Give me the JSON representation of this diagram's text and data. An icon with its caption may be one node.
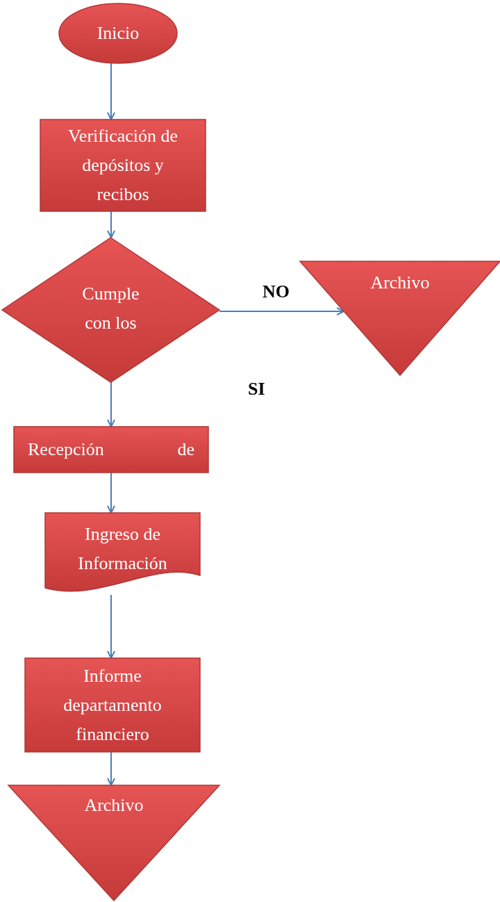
{
  "diagram": {
    "nodes": [
      {
        "text": [
          "Inicio"
        ]
      },
      {
        "text": [
          "Verificación de depósitos y recibos"
        ]
      },
      {
        "text": [
          "Cumple con los"
        ]
      },
      {
        "text": [
          "Archivo"
        ]
      },
      {
        "text": [
          "Recepción de"
        ]
      },
      {
        "text": [
          "Ingreso de Información"
        ]
      },
      {
        "text": [
          "Informe departamento financiero"
        ]
      },
      {
        "text": [
          "Archivo"
        ]
      }
    ],
    "edges": [
      {
        "from": 0,
        "to": 1,
        "arrow": "to"
      },
      {
        "from": 1,
        "to": 2,
        "arrow": "to"
      },
      {
        "from": 2,
        "to": 3,
        "arrow": "to",
        "label": "NO"
      },
      {
        "from": 2,
        "to": 4,
        "arrow": "to"
      },
      {
        "from": 4,
        "to": 5,
        "arrow": "to"
      },
      {
        "from": 5,
        "to": 6,
        "arrow": "to"
      },
      {
        "from": 6,
        "to": 7,
        "arrow": "to"
      }
    ],
    "labels": [
      "SI"
    ]
  }
}
